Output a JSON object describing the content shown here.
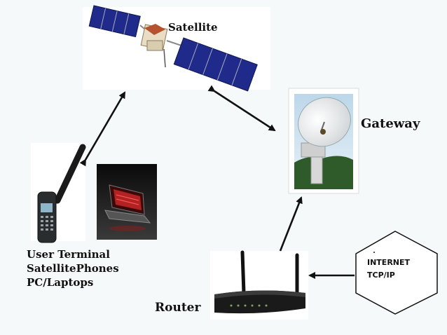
{
  "labels": {
    "satellite": "Satellite",
    "gateway": "Gateway",
    "router": "Router",
    "user_terminal": [
      "User Terminal",
      "SatellitePhones",
      "PC/Laptops"
    ],
    "internet": [
      "INTERNET",
      "TCP/IP"
    ]
  },
  "colors": {
    "arrow": "#111111",
    "panel": "#1f2a8a",
    "router_body": "#1a1a1a"
  }
}
